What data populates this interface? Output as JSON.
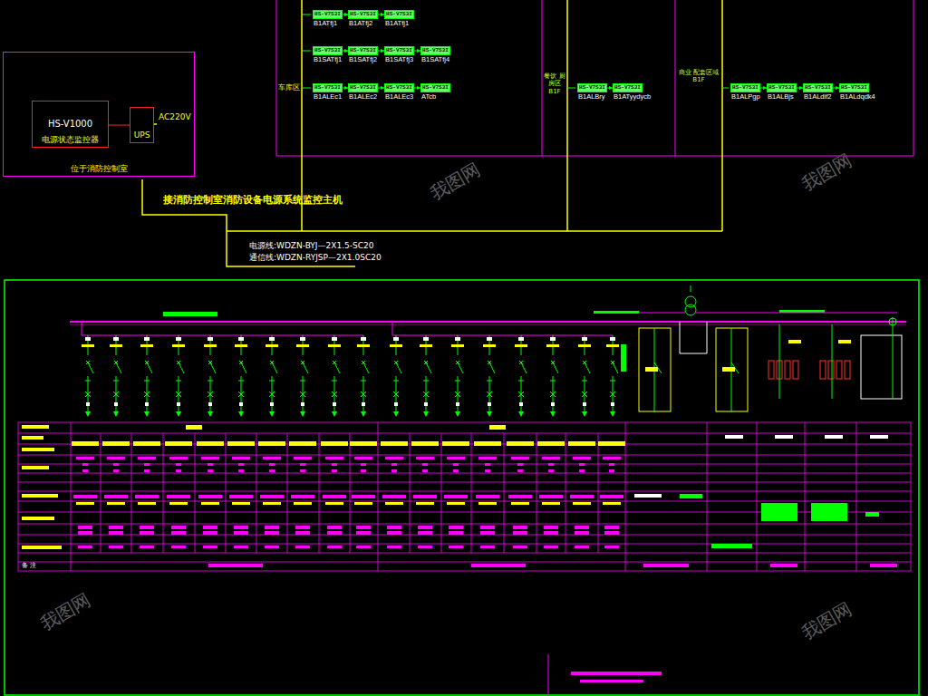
{
  "diagram": {
    "nodes": [
      {
        "text": [
          "位于消防控制室"
        ]
      },
      {
        "text": [
          "电源状态监控器",
          "HS-V1000"
        ],
        "in": 0
      },
      {
        "text": [
          "UPS"
        ],
        "in": 0
      },
      {
        "text": [
          "HS-V7S3I",
          "B1ATfj1"
        ]
      },
      {
        "text": [
          "HS-V7S3I",
          "B1ATfj2"
        ]
      },
      {
        "text": [
          "HS-V7S3I",
          "B1ATfj1"
        ]
      },
      {
        "text": [
          "HS-V7S3I",
          "B1SATfj1"
        ]
      },
      {
        "text": [
          "HS-V7S3I",
          "B1SATfj2"
        ]
      },
      {
        "text": [
          "HS-V7S3I",
          "B1SATfj3"
        ]
      },
      {
        "text": [
          "HS-V7S3I",
          "B1SATfj4"
        ]
      },
      {
        "text": [
          "HS-V7S3I",
          "B1ALEc1"
        ]
      },
      {
        "text": [
          "HS-V7S3I",
          "B1ALEc2"
        ]
      },
      {
        "text": [
          "HS-V7S3I",
          "B1ALEc3"
        ]
      },
      {
        "text": [
          "HS-V7S3I",
          "ATcb"
        ]
      },
      {
        "text": [
          "HS-V7S3I",
          "B1ALBry"
        ]
      },
      {
        "text": [
          "HS-V7S3I",
          "B1ATyydycb"
        ]
      },
      {
        "text": [
          "HS-V7S3I",
          "B1ALPgp"
        ]
      },
      {
        "text": [
          "HS-V7S3I",
          "B1ALBjs"
        ]
      },
      {
        "text": [
          "HS-V7S3I",
          "B1ALdif2"
        ]
      },
      {
        "text": [
          "HS-V7S3I",
          "B1ALdqdk4"
        ]
      }
    ],
    "edges": [
      {
        "from": 2,
        "to": 1,
        "arrow": "none"
      },
      {
        "from": 3,
        "to": 4,
        "arrow": "to"
      },
      {
        "from": 4,
        "to": 5,
        "arrow": "to"
      },
      {
        "from": 6,
        "to": 7,
        "arrow": "to"
      },
      {
        "from": 7,
        "to": 8,
        "arrow": "to"
      },
      {
        "from": 8,
        "to": 9,
        "arrow": "to"
      },
      {
        "from": 10,
        "to": 11,
        "arrow": "to"
      },
      {
        "from": 11,
        "to": 12,
        "arrow": "to"
      },
      {
        "from": 12,
        "to": 13,
        "arrow": "to"
      },
      {
        "from": 14,
        "to": 15,
        "arrow": "to"
      },
      {
        "from": 16,
        "to": 17,
        "arrow": "to"
      },
      {
        "from": 17,
        "to": 18,
        "arrow": "to"
      },
      {
        "from": 18,
        "to": 19,
        "arrow": "to"
      }
    ],
    "labels": [
      "AC220V",
      "接消防控制室消防设备电源系统监控主机",
      "电源线:WDZN-BYJ—2X1.5-SC20",
      "通信线:WDZN-RYJSP—2X1.0SC20",
      "车库区",
      "餐饮 厨房区 B1F",
      "商业 配套区域 B1F",
      "备 注",
      "我图网",
      "我图网",
      "我图网",
      "我图网"
    ]
  }
}
